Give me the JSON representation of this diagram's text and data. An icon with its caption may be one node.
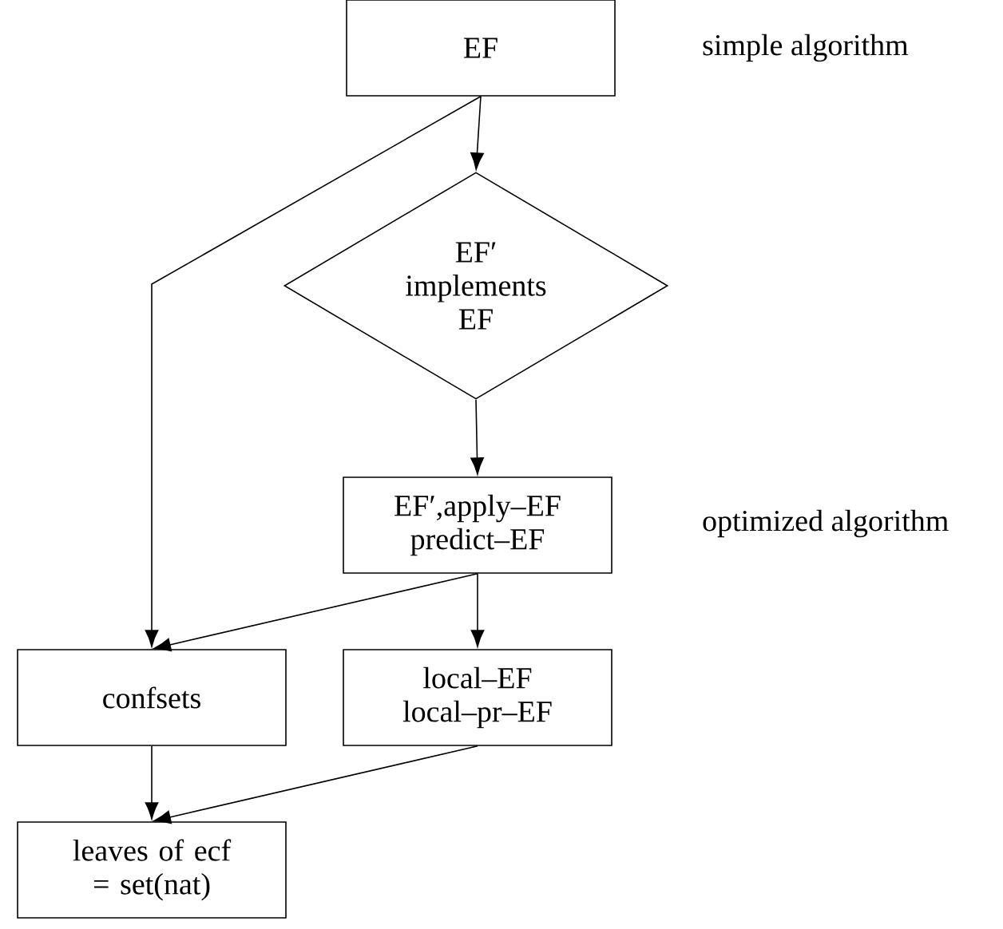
{
  "diagram": {
    "nodes": [
      {
        "text": [
          "EF"
        ]
      },
      {
        "text": [
          "EF′ implements EF"
        ]
      },
      {
        "text": [
          "EF′,apply–EF predict–EF"
        ]
      },
      {
        "text": [
          "confsets"
        ]
      },
      {
        "text": [
          "local–EF local–pr–EF"
        ]
      },
      {
        "text": [
          "leaves of ecf = set(nat)"
        ]
      }
    ],
    "edges": [
      {
        "from": 0,
        "to": 1,
        "arrow": "to"
      },
      {
        "from": 0,
        "to": 3,
        "arrow": "to"
      },
      {
        "from": 1,
        "to": 2,
        "arrow": "to"
      },
      {
        "from": 2,
        "to": 3,
        "arrow": "to"
      },
      {
        "from": 2,
        "to": 4,
        "arrow": "to"
      },
      {
        "from": 3,
        "to": 5,
        "arrow": "to"
      },
      {
        "from": 4,
        "to": 5,
        "arrow": "to"
      }
    ],
    "labels": [
      "simple algorithm",
      "optimized algorithm"
    ]
  }
}
